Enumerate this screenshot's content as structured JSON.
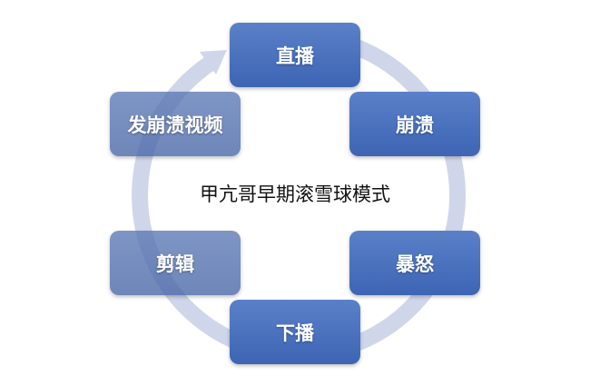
{
  "title": "甲亢哥早期滚雪球模式",
  "steps": [
    "直播",
    "崩溃",
    "暴怒",
    "下播",
    "剪辑",
    "发崩溃视频"
  ],
  "colors": {
    "box": "#4a70bd",
    "ring": "#d0d6ea",
    "text": "#ffffff"
  }
}
